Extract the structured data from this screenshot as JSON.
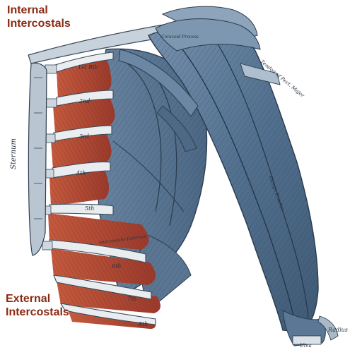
{
  "labels": {
    "internal": [
      "Internal",
      "Intercostals"
    ],
    "external": [
      "External",
      "Intercostals"
    ]
  },
  "engraving_text": {
    "sternum": "Sternum",
    "ribs": [
      "1st Rib",
      "2nd",
      "3rd",
      "4th",
      "5th",
      "6th",
      "7th",
      "8th"
    ],
    "coracoid": "Coracoid Process",
    "tendon": "Tendon of Pect. Major",
    "biceps": "Biceps Brachii",
    "intercostal_externus": "Intercostalis Externus",
    "radius": "Radius",
    "ulna": "Ulna"
  },
  "colors": {
    "callout": "#8b2a12",
    "muscle_blue": "#5f7c9a",
    "muscle_dark": "#3c536d",
    "intercostal_red": "#b04834",
    "rib_bone": "#e9edf0"
  }
}
